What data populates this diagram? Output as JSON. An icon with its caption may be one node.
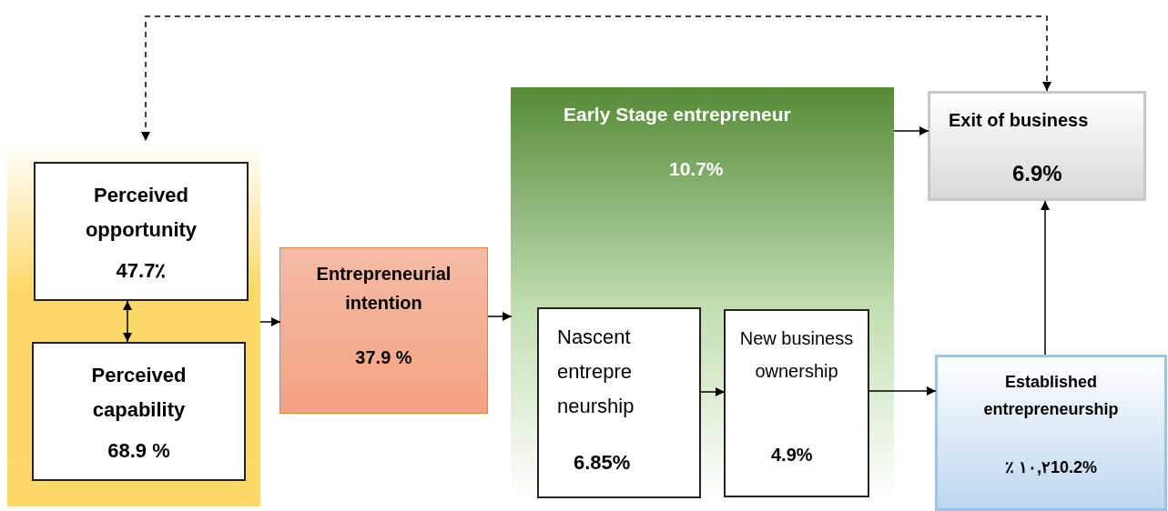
{
  "diagram": {
    "nodes": [
      {
        "text": [],
        "shape": "box"
      },
      {
        "text": [
          "Perceived opportunity",
          "47.7٪"
        ],
        "in": 0
      },
      {
        "text": [
          "Perceived capability",
          "68.9 %"
        ],
        "in": 0
      },
      {
        "text": [
          "Entrepreneurial intention",
          "37.9 %"
        ]
      },
      {
        "text": [
          "Early Stage entrepreneur",
          "10.7%"
        ]
      },
      {
        "text": [
          "Nascent entrepre neurship",
          "6.85%"
        ],
        "in": 4
      },
      {
        "text": [
          "New business ownership",
          "4.9%"
        ],
        "in": 4
      },
      {
        "text": [
          "Exit of business",
          "6.9%"
        ]
      },
      {
        "text": [
          "Established entrepreneurship",
          "٪ ١٠,٢10.2%"
        ]
      }
    ],
    "edges": [
      {
        "from": 1,
        "to": 2,
        "arrow": "both"
      },
      {
        "from": 0,
        "to": 3,
        "arrow": "to"
      },
      {
        "from": 3,
        "to": 4,
        "arrow": "to"
      },
      {
        "from": 5,
        "to": 6,
        "arrow": "to"
      },
      {
        "from": 6,
        "to": 8,
        "arrow": "to"
      },
      {
        "from": 4,
        "to": 7,
        "arrow": "to"
      },
      {
        "from": 8,
        "to": 7,
        "arrow": "to"
      },
      {
        "from": 7,
        "to": 0,
        "arrow": "both",
        "style": "dashed"
      }
    ]
  }
}
